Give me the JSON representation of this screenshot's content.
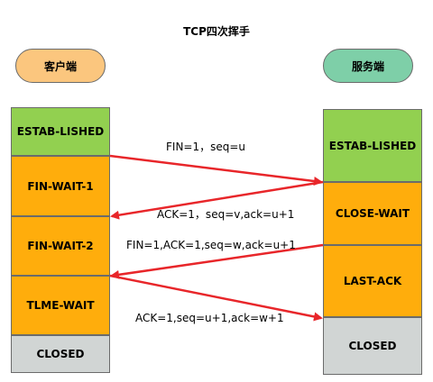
{
  "title": "TCP四次挥手",
  "client": {
    "label": "客户端",
    "states": [
      {
        "name": "ESTAB-LISHED",
        "color": "#92d050"
      },
      {
        "name": "FIN-WAIT-1",
        "color": "#ffad0c"
      },
      {
        "name": "FIN-WAIT-2",
        "color": "#ffad0c"
      },
      {
        "name": "TLME-WAIT",
        "color": "#ffad0c"
      },
      {
        "name": "CLOSED",
        "color": "#d1d5d4"
      }
    ]
  },
  "server": {
    "label": "服务端",
    "states": [
      {
        "name": "ESTAB-LISHED",
        "color": "#92d050"
      },
      {
        "name": "CLOSE-WAIT",
        "color": "#ffad0c"
      },
      {
        "name": "LAST-ACK",
        "color": "#ffad0c"
      },
      {
        "name": "CLOSED",
        "color": "#d1d5d4"
      }
    ]
  },
  "messages": [
    {
      "text": "FIN=1，seq=u",
      "direction": "client-to-server"
    },
    {
      "text": "ACK=1，seq=v,ack=u+1",
      "direction": "server-to-client"
    },
    {
      "text": "FIN=1,ACK=1,seq=w,ack=u+1",
      "direction": "server-to-client"
    },
    {
      "text": "ACK=1,seq=u+1,ack=w+1",
      "direction": "client-to-server"
    }
  ],
  "arrow_color": "#e8262a"
}
